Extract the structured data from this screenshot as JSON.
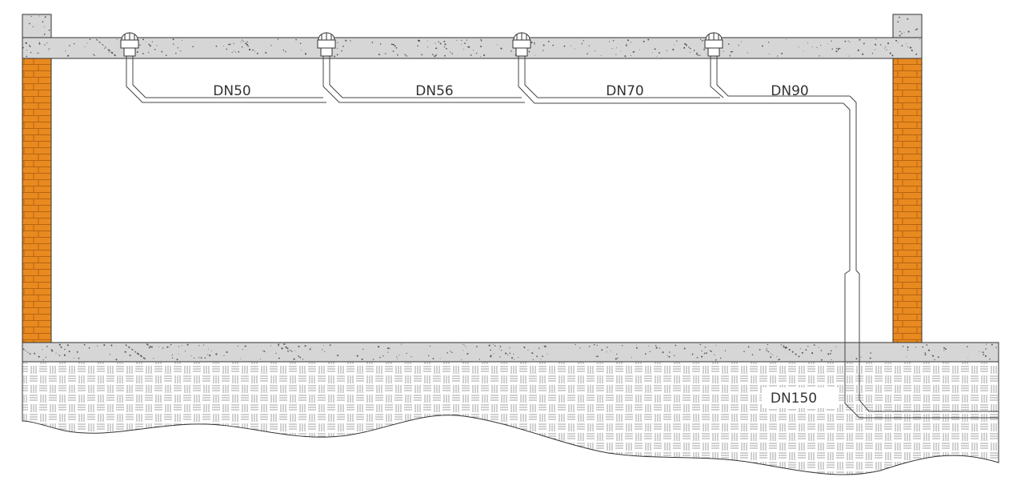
{
  "colors": {
    "concrete": "#d6d6d6",
    "brick": "#e88a1f",
    "mortar": "#b86412",
    "pipe_stroke": "#444444",
    "soil_pattern": "#888888",
    "outline": "#333333"
  },
  "pipes": {
    "labels": [
      "DN50",
      "DN56",
      "DN70",
      "DN90"
    ],
    "main_label": "DN150"
  }
}
